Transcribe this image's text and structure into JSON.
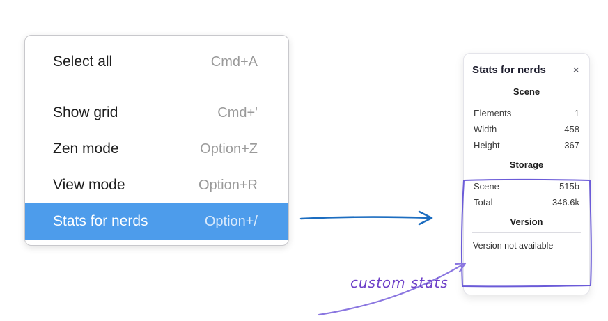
{
  "menu": {
    "items": [
      {
        "label": "Select all",
        "shortcut": "Cmd+A",
        "selected": false
      },
      {
        "label": "Show grid",
        "shortcut": "Cmd+'",
        "selected": false
      },
      {
        "label": "Zen mode",
        "shortcut": "Option+Z",
        "selected": false
      },
      {
        "label": "View mode",
        "shortcut": "Option+R",
        "selected": false
      },
      {
        "label": "Stats for nerds",
        "shortcut": "Option+/",
        "selected": true
      }
    ]
  },
  "panel": {
    "title": "Stats for nerds",
    "close_icon": "×",
    "sections": [
      {
        "title": "Scene",
        "rows": [
          {
            "label": "Elements",
            "value": "1"
          },
          {
            "label": "Width",
            "value": "458"
          },
          {
            "label": "Height",
            "value": "367"
          }
        ]
      },
      {
        "title": "Storage",
        "rows": [
          {
            "label": "Scene",
            "value": "515b"
          },
          {
            "label": "Total",
            "value": "346.6k"
          }
        ]
      },
      {
        "title": "Version",
        "note": "Version not available"
      }
    ]
  },
  "annotation": {
    "label": "custom stats"
  },
  "colors": {
    "selection_blue": "#4d9ceb",
    "arrow_blue": "#1c6dc0",
    "annotation_purple": "#6d56d6",
    "menu_text": "#1e1e1e",
    "shortcut_gray": "#9a9a9a"
  }
}
